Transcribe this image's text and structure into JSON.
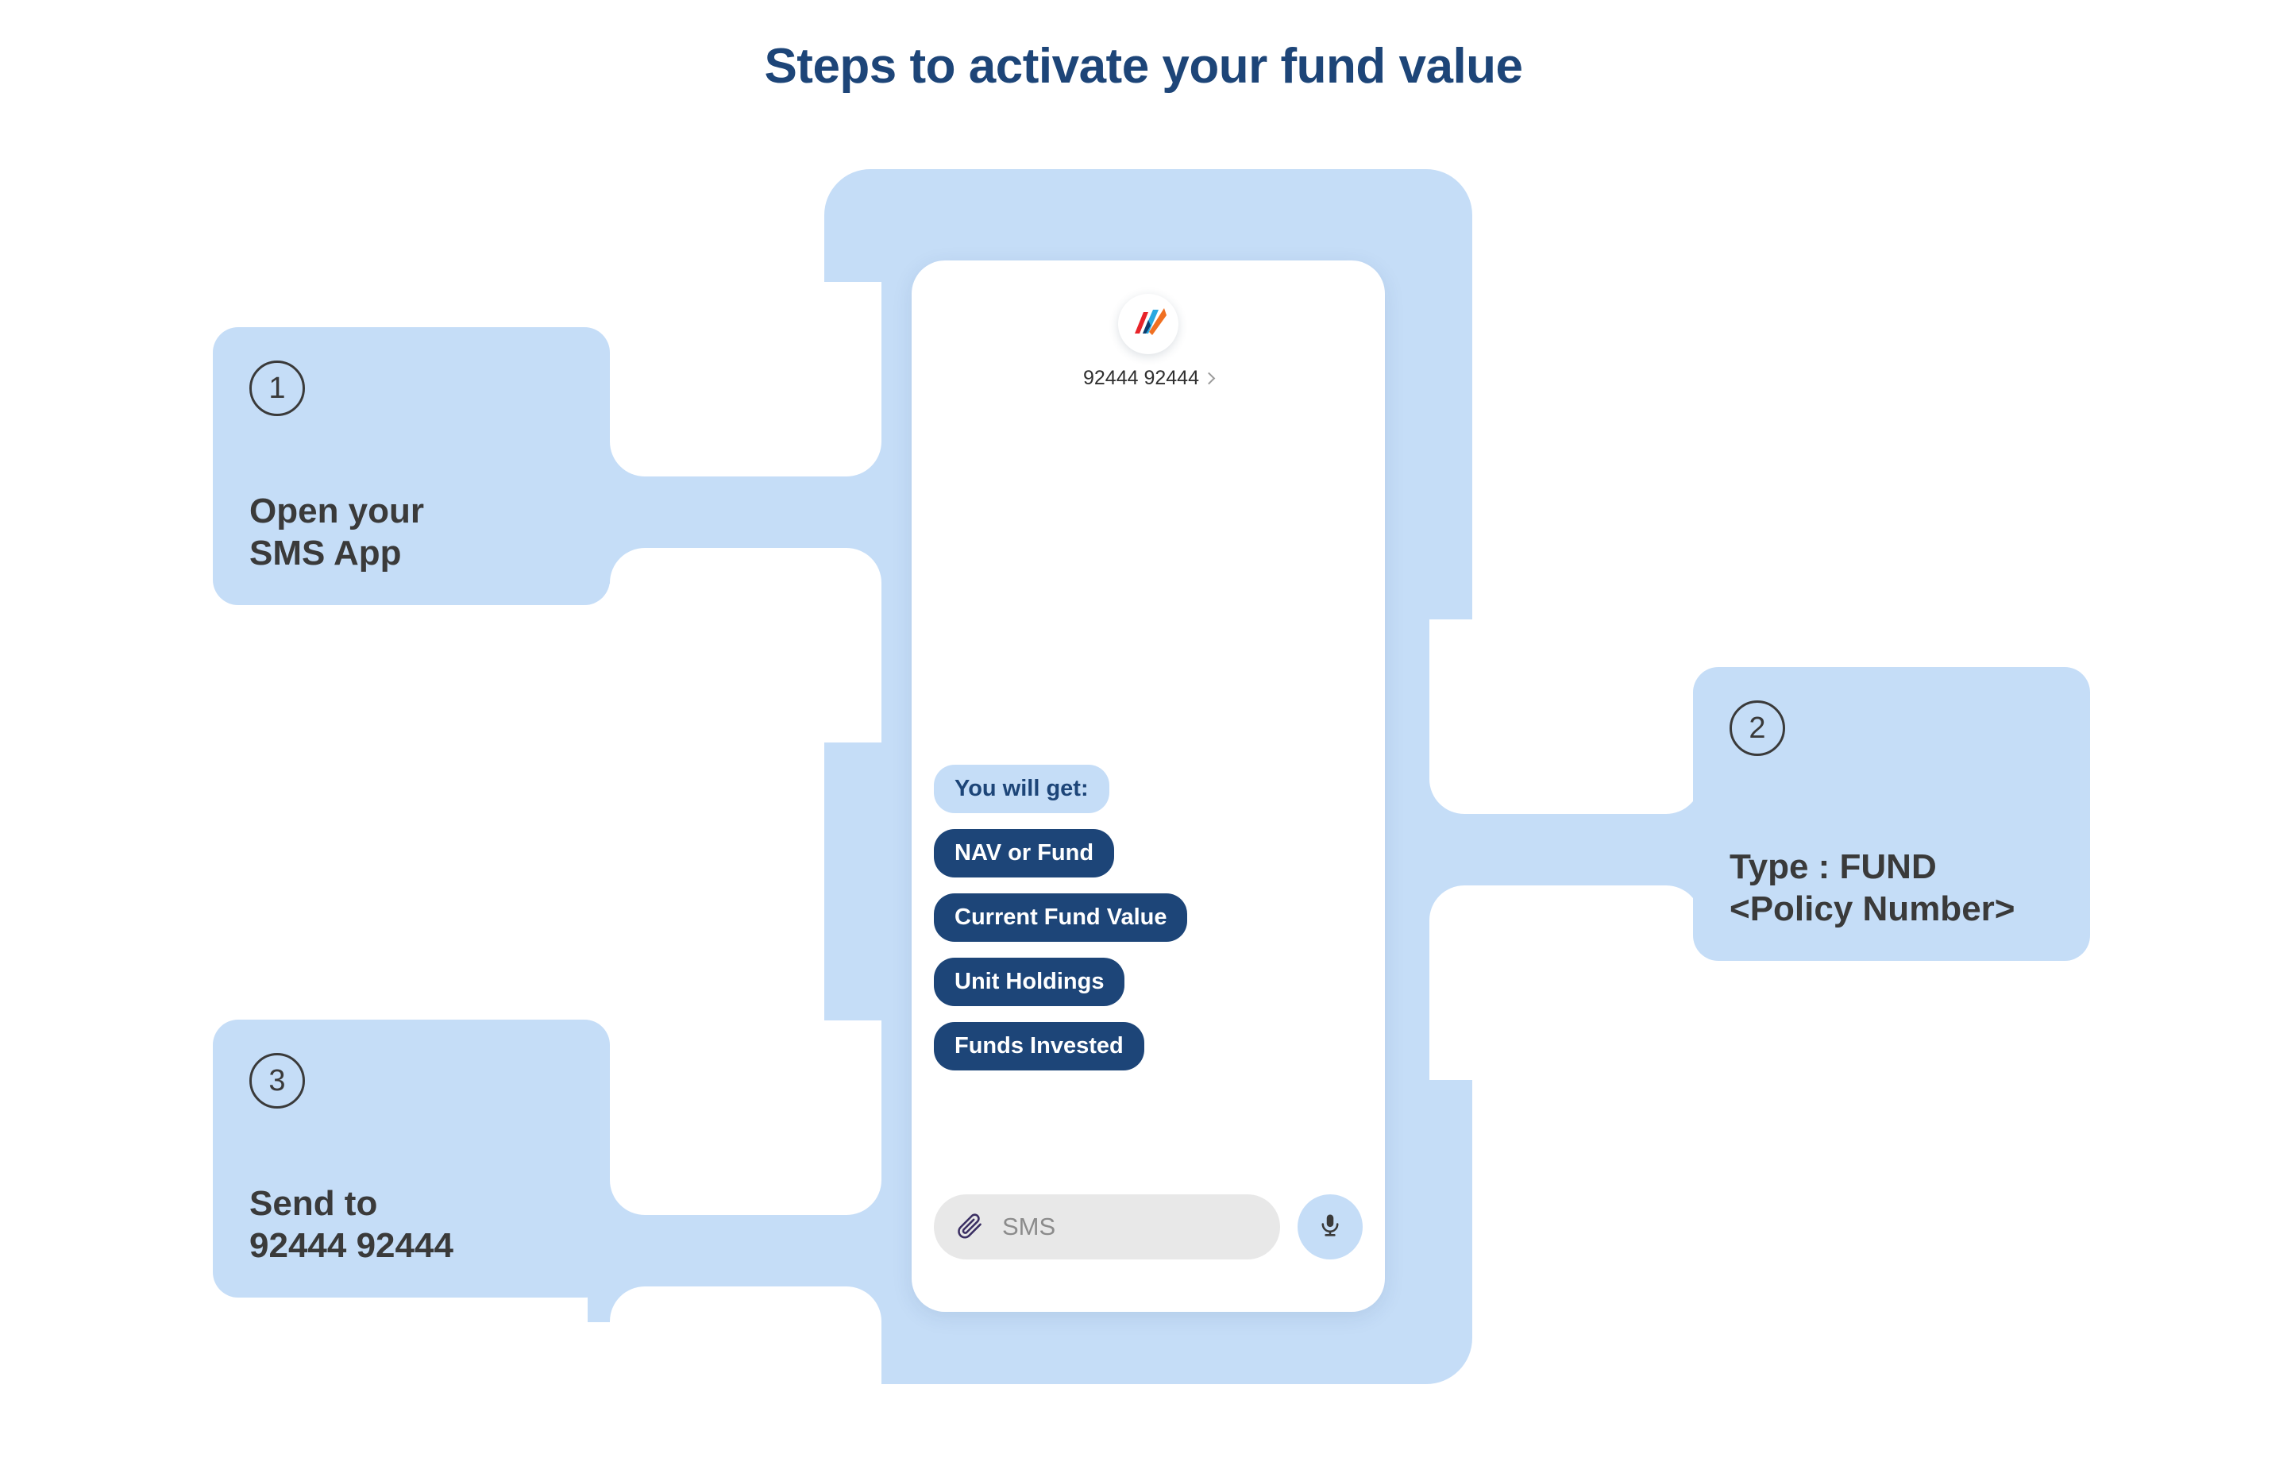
{
  "page": {
    "title": "Steps to activate your fund value",
    "title_color": "#1d4578",
    "background": "#ffffff"
  },
  "theme": {
    "panel_blue": "#c5ddf7",
    "bubble_navy": "#1d4578",
    "card_blue": "#c5ddf7",
    "text_dark": "#3a3a3a",
    "input_gray": "#e8e8e8",
    "placeholder_gray": "#8b8b8b"
  },
  "steps": [
    {
      "number": "1",
      "text": "Open your\nSMS App"
    },
    {
      "number": "2",
      "text": "Type : FUND\n<Policy Number>"
    },
    {
      "number": "3",
      "text": "Send to\n92444 92444"
    }
  ],
  "phone": {
    "avatar_icon": "brand-logo-icon",
    "contact_number": "92444 92444",
    "chevron_icon": "chevron-right-icon",
    "bubbles": [
      {
        "label": "You will get:",
        "style": "light"
      },
      {
        "label": "NAV or Fund",
        "style": "dark"
      },
      {
        "label": "Current Fund Value",
        "style": "dark"
      },
      {
        "label": "Unit Holdings",
        "style": "dark"
      },
      {
        "label": "Funds Invested",
        "style": "dark"
      }
    ],
    "input": {
      "attach_icon": "paperclip-icon",
      "placeholder": "SMS",
      "value": "",
      "mic_icon": "microphone-icon"
    }
  }
}
